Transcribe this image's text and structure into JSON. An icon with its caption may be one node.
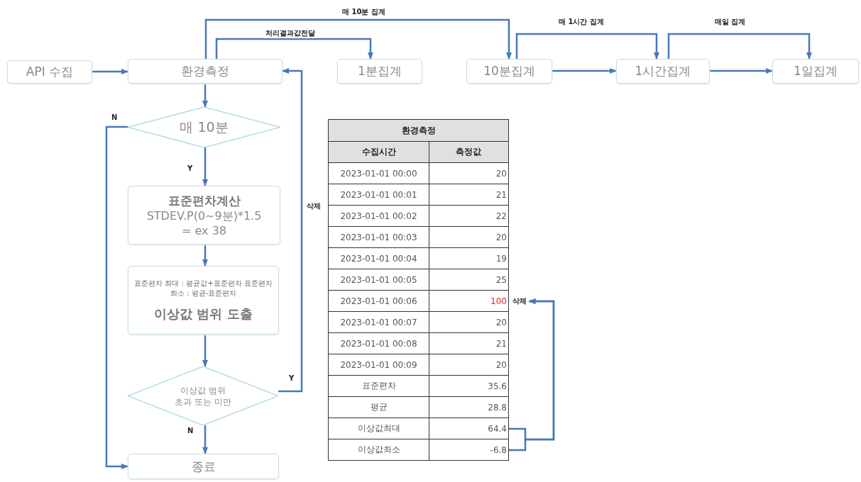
{
  "diagram": {
    "nodes": [
      {
        "text": [
          "API 수집"
        ]
      },
      {
        "text": [
          "환경측정"
        ]
      },
      {
        "text": [
          "1분집계"
        ]
      },
      {
        "text": [
          "10분집계"
        ]
      },
      {
        "text": [
          "1시간집계"
        ]
      },
      {
        "text": [
          "1일집계"
        ]
      },
      {
        "text": [
          "매 10분"
        ]
      },
      {
        "text": [
          "표준편차계산",
          "STDEV.P(0~9분)*1.5 = ex 38"
        ]
      },
      {
        "text": [
          "표준편차 최대 : 평균값+표준편차 표준편차 최소 : 평균-표준편차",
          "이상값 범위 도출"
        ]
      },
      {
        "text": [
          "이상값 범위 초과 또는 미만"
        ]
      },
      {
        "text": [
          "종료"
        ]
      },
      {
        "text": [
          "100"
        ],
        "beside": [
          "삭제"
        ]
      },
      {
        "text": [
          "64.4"
        ]
      },
      {
        "text": [
          "-6.8"
        ]
      }
    ],
    "edges": [
      {
        "from": 0,
        "to": 1,
        "arrow": "to"
      },
      {
        "from": 1,
        "to": 2,
        "arrow": "to",
        "label": "처리결과값전달"
      },
      {
        "from": 1,
        "to": 3,
        "arrow": "to",
        "label": "매 10분 집계"
      },
      {
        "from": 3,
        "to": 4,
        "arrow": "to"
      },
      {
        "from": 3,
        "to": 4,
        "arrow": "to",
        "label": "매 1시간 집계"
      },
      {
        "from": 4,
        "to": 5,
        "arrow": "to"
      },
      {
        "from": 4,
        "to": 5,
        "arrow": "to",
        "label": "매일 집계"
      },
      {
        "from": 1,
        "to": 6,
        "arrow": "to"
      },
      {
        "from": 6,
        "to": 7,
        "arrow": "to",
        "label": "Y"
      },
      {
        "from": 7,
        "to": 8,
        "arrow": "to"
      },
      {
        "from": 8,
        "to": 9,
        "arrow": "to"
      },
      {
        "from": 9,
        "to": 10,
        "arrow": "to",
        "label": "N"
      },
      {
        "from": 6,
        "to": 10,
        "arrow": "to",
        "label": "N"
      },
      {
        "from": 9,
        "to": 1,
        "arrow": "to",
        "label": "Y"
      },
      {
        "from": 12,
        "to": 11,
        "arrow": "to"
      },
      {
        "from": 13,
        "to": 11,
        "arrow": "to"
      }
    ],
    "labels": [
      "삭제",
      "환경측정",
      "수집시간",
      "측정값",
      "2023-01-01 00:00",
      "20",
      "2023-01-01 00:01",
      "21",
      "2023-01-01 00:02",
      "22",
      "2023-01-01 00:03",
      "20",
      "2023-01-01 00:04",
      "19",
      "2023-01-01 00:05",
      "25",
      "2023-01-01 00:06",
      "2023-01-01 00:07",
      "20",
      "2023-01-01 00:08",
      "21",
      "2023-01-01 00:09",
      "20",
      "표준편차",
      "35.6",
      "평균",
      "28.8",
      "이상값최대",
      "이상값최소"
    ]
  }
}
